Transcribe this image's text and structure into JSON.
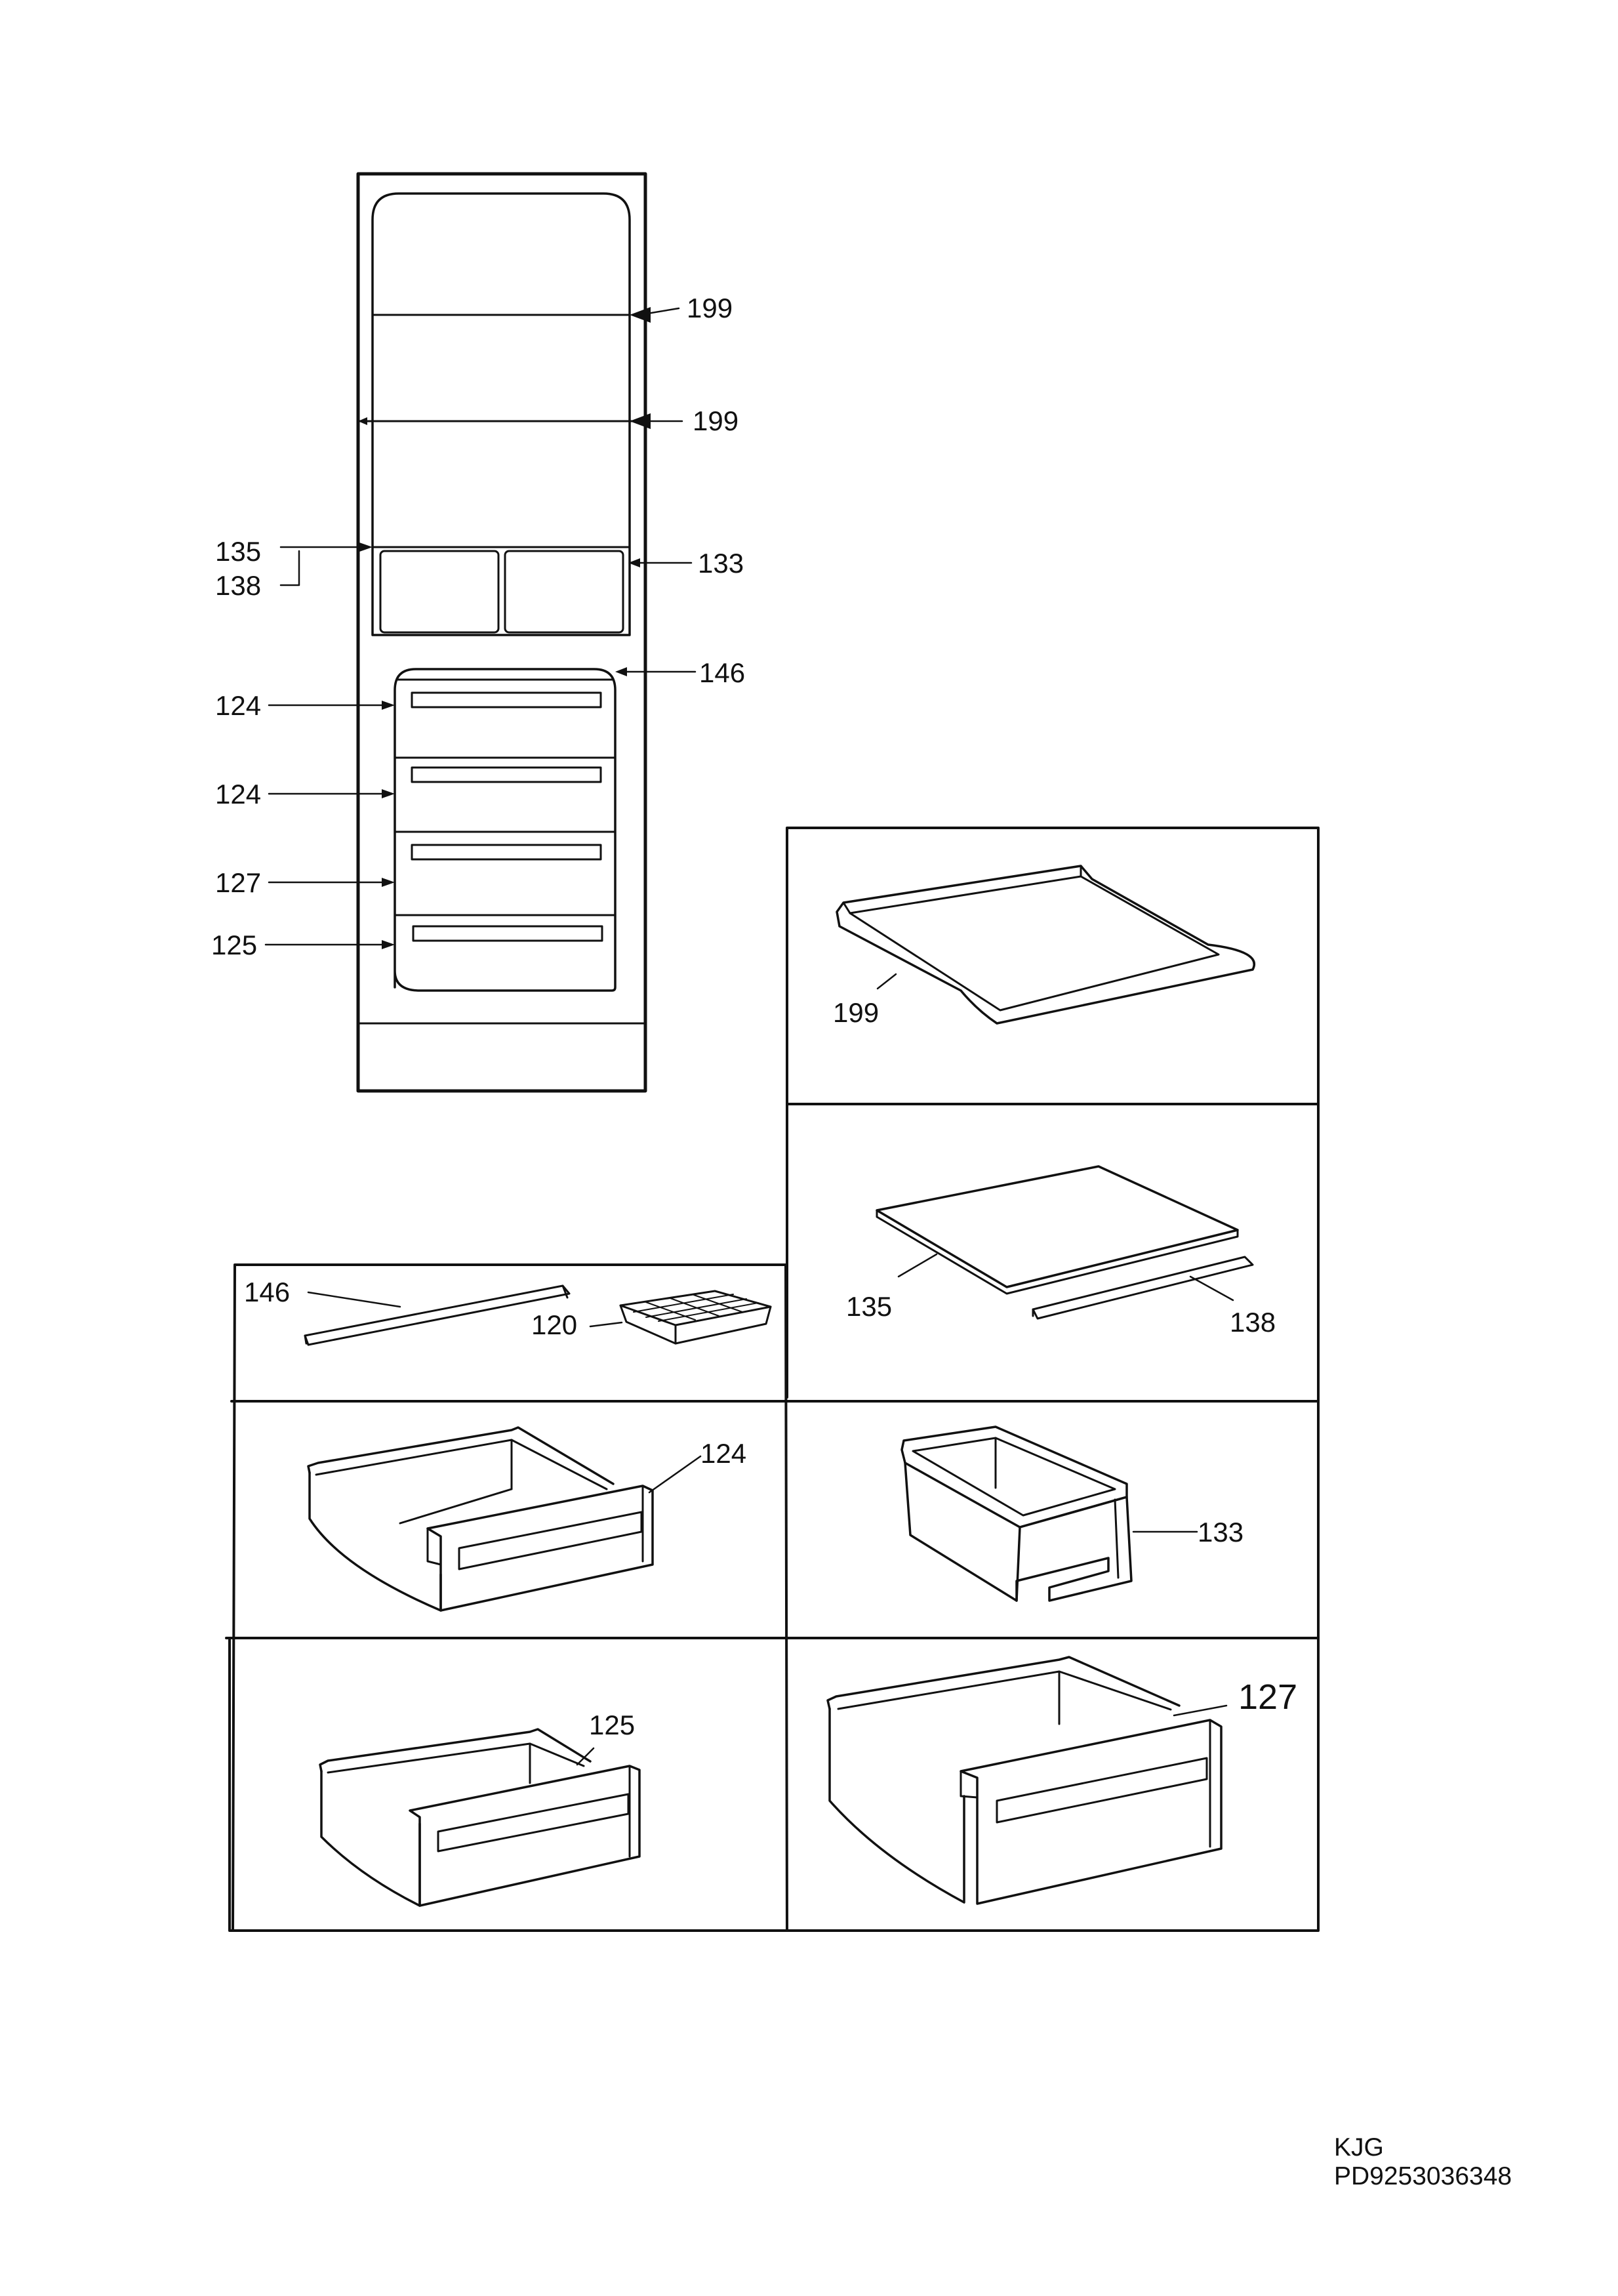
{
  "overview": {
    "labels": {
      "shelf_upper": "199",
      "shelf_lower": "199",
      "glass_shelf": "135",
      "shelf_trim": "138",
      "box_right": "133",
      "drawer_cover_trim": "146",
      "drawer_1": "124",
      "drawer_2": "124",
      "drawer_3": "127",
      "drawer_4": "125"
    }
  },
  "parts": {
    "shelf_199": "199",
    "glass_135": "135",
    "trim_138": "138",
    "trim_146": "146",
    "ice_tray_120": "120",
    "drawer_124": "124",
    "box_133": "133",
    "drawer_125": "125",
    "drawer_127": "127"
  },
  "footer": {
    "line1": "KJG",
    "line2": "PD9253036348"
  }
}
